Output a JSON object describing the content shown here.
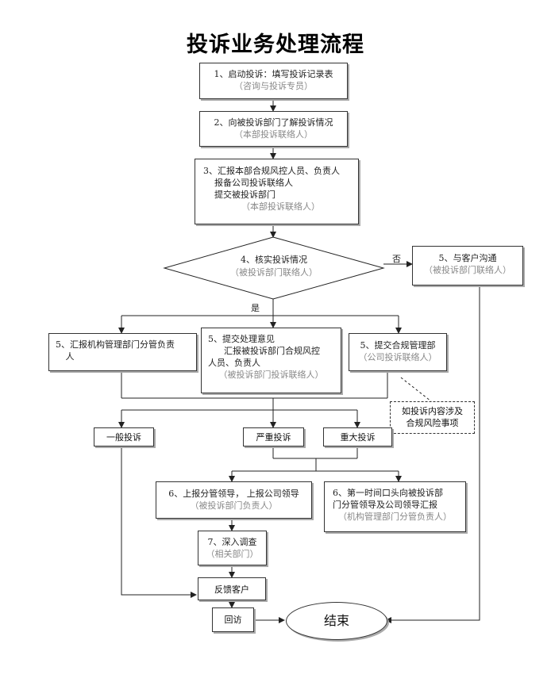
{
  "title": "投诉业务处理流程",
  "nodes": {
    "n1": {
      "main": "1、启动投诉：填写投诉记录表",
      "sub": "（咨询与投诉专员）"
    },
    "n2": {
      "main": "2、向被投诉部门了解投诉情况",
      "sub": "（本部投诉联络人）"
    },
    "n3": {
      "line1": "3、汇报本部合规风控人员、负责人",
      "line2": "报备公司投诉联络人",
      "line3": "提交被投诉部门",
      "sub": "（本部投诉联络人）"
    },
    "n4": {
      "main": "4、核实投诉情况",
      "sub": "（被投诉部门联络人）"
    },
    "n5c": {
      "main": "5、与客户沟通",
      "sub": "（被投诉部门联络人）"
    },
    "n5a": {
      "line1": "5、汇报机构管理部门分管负责",
      "line2": "人"
    },
    "n5b": {
      "line1": "5、提交处理意见",
      "line2": "汇报被投诉部门合规风控",
      "line3": "人员、负责人",
      "sub": "（被投诉部门投诉联络人）"
    },
    "n5d": {
      "main": "5、提交合规管理部",
      "sub": "（公司投诉联络人）"
    },
    "note": {
      "line1": "如投诉内容涉及",
      "line2": "合规风险事项"
    },
    "general": "一般投诉",
    "serious": "严重投诉",
    "major": "重大投诉",
    "n6a": {
      "main": "6、上报分管领导， 上报公司领导",
      "sub": "（被投诉部门负责人）"
    },
    "n6b": {
      "line1": "6、第一时间口头向被投诉部",
      "line2": "门分管领导及公司领导汇报",
      "sub": "（机构管理部门分管负责人）"
    },
    "n7": {
      "main": "7、深入调查",
      "sub": "（相关部门）"
    },
    "feedback": "反馈客户",
    "revisit": "回访",
    "end": "结束"
  },
  "labels": {
    "no": "否",
    "yes": "是"
  }
}
